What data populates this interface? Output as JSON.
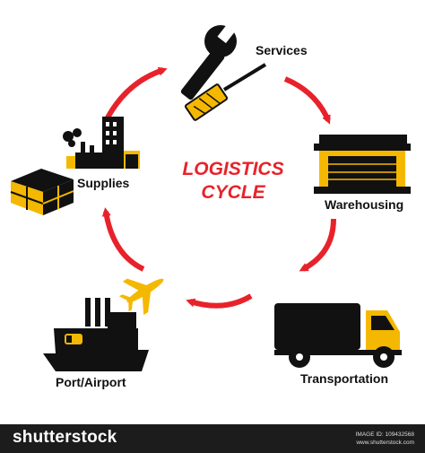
{
  "diagram": {
    "title_line1": "LOGISTICS",
    "title_line2": "CYCLE",
    "nodes": [
      {
        "id": "services",
        "label": "Services"
      },
      {
        "id": "warehousing",
        "label": "Warehousing"
      },
      {
        "id": "transportation",
        "label": "Transportation"
      },
      {
        "id": "port_airport",
        "label": "Port/Airport"
      },
      {
        "id": "supplies",
        "label": "Supplies"
      }
    ],
    "cycle_order": [
      "services",
      "warehousing",
      "transportation",
      "port_airport",
      "supplies"
    ]
  },
  "colors": {
    "arrow": "#e8222a",
    "title": "#e8222a",
    "accent": "#f5b800",
    "icon": "#111111",
    "footer": "#1c1c1c"
  },
  "icons": [
    "wrench-icon",
    "screwdriver-icon",
    "warehouse-icon",
    "truck-icon",
    "ship-icon",
    "airplane-icon",
    "factory-icon",
    "boxes-icon"
  ],
  "footer": {
    "brand": "shutterstock",
    "image_id": "IMAGE ID: 109432568",
    "site": "www.shutterstock.com"
  }
}
